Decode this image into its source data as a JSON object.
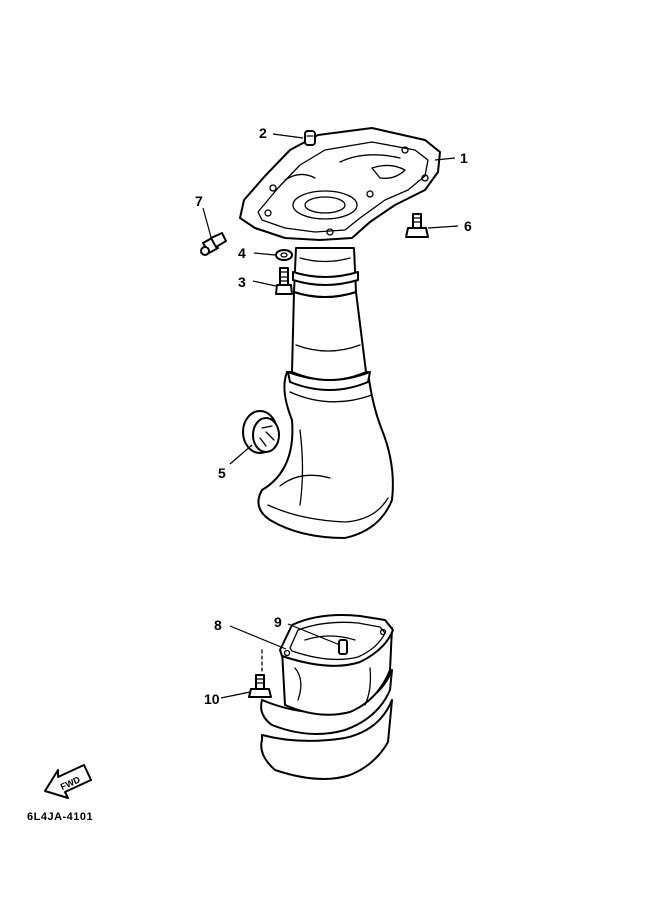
{
  "callouts": {
    "c1": "1",
    "c2": "2",
    "c3": "3",
    "c4": "4",
    "c5": "5",
    "c6": "6",
    "c7": "7",
    "c8": "8",
    "c9": "9",
    "c10": "10"
  },
  "fwd_label": "FWD",
  "reference_code": "6L4JA-4101"
}
